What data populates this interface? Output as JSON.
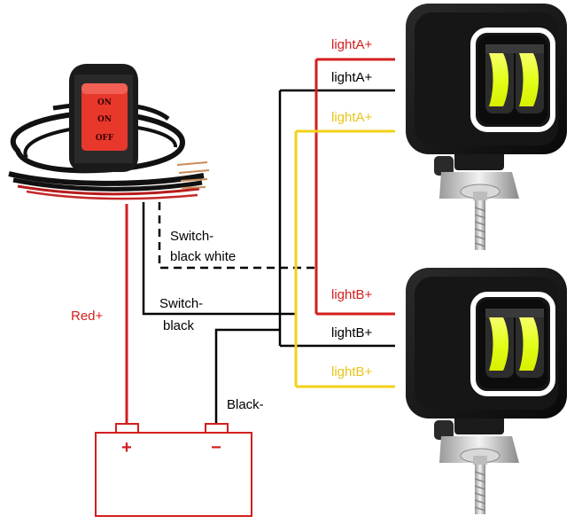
{
  "switch": {
    "positions": [
      "ON",
      "ON",
      "OFF"
    ]
  },
  "wires": {
    "red_label": "Red+",
    "switch_black_white_label_1": "Switch-",
    "switch_black_white_label_2": "black white",
    "switch_black_label_1": "Switch-",
    "switch_black_label_2": "black",
    "black_label": "Black-"
  },
  "battery": {
    "plus": "+",
    "minus": "−"
  },
  "light_a": {
    "red_label": "lightA+",
    "black_label": "lightA+",
    "yellow_label": "lightA+"
  },
  "light_b": {
    "red_label": "lightB+",
    "black_label": "lightB+",
    "yellow_label": "lightB+"
  },
  "colors": {
    "red_wire": "#d41e1e",
    "black_wire": "#000000",
    "yellow_wire": "#f2d21a",
    "red_text": "#d41e1e",
    "yellow_text": "#e8c51a",
    "switch_body": "#e8382c"
  }
}
